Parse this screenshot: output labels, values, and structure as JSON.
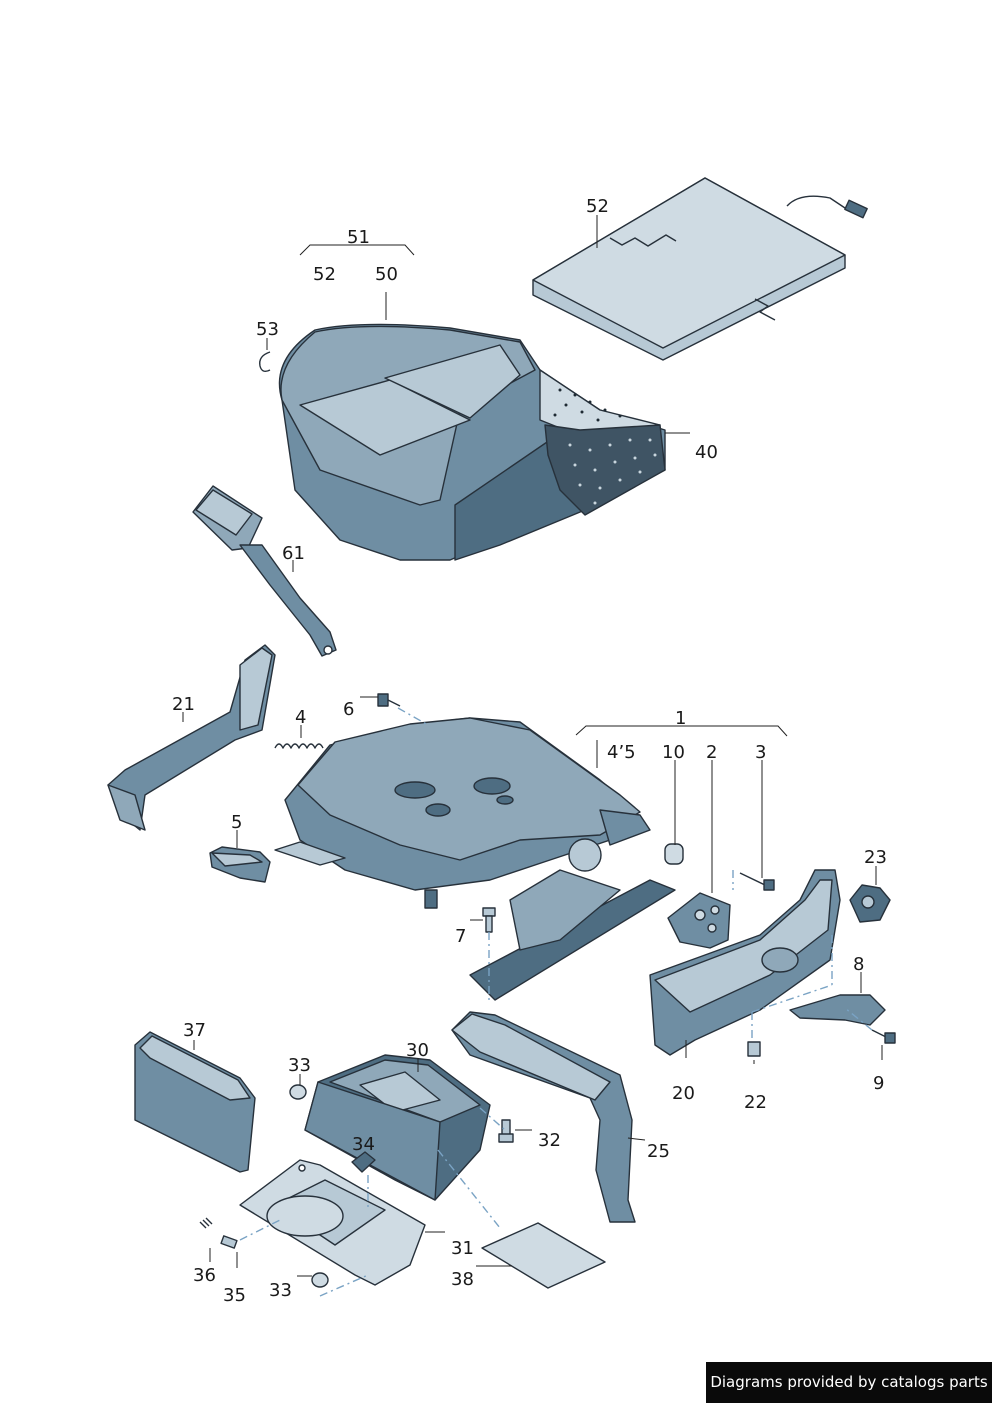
{
  "callouts": {
    "c51": "51",
    "c52a": "52",
    "c50": "50",
    "c52b": "52",
    "c53": "53",
    "c40": "40",
    "c61": "61",
    "c21": "21",
    "c4": "4",
    "c6": "6",
    "c1": "1",
    "c45": "4’5",
    "c10": "10",
    "c2": "2",
    "c3": "3",
    "c5": "5",
    "c7": "7",
    "c23": "23",
    "c8": "8",
    "c20": "20",
    "c22": "22",
    "c9": "9",
    "c37": "37",
    "c33a": "33",
    "c30": "30",
    "c34": "34",
    "c32": "32",
    "c25": "25",
    "c31": "31",
    "c36": "36",
    "c35": "35",
    "c33b": "33",
    "c38": "38"
  },
  "footer": {
    "text": "Diagrams provided by catalogs parts"
  }
}
